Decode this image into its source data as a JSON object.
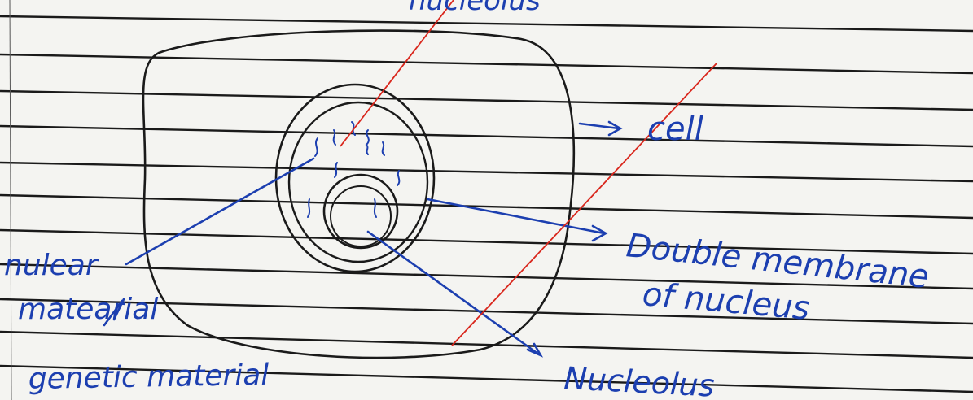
{
  "diagram": {
    "labels": {
      "top_cutoff": "nucleolus",
      "cell": "cell",
      "membrane_line1": "Double membrane",
      "membrane_line2": "of nucleus",
      "nucleolus": "Nucleolus",
      "nuclear_line1": "nulear",
      "nuclear_line2": "matearial",
      "genetic": "genetic material"
    },
    "colors": {
      "paper": "#f4f4f1",
      "rule_line": "#1a1a1a",
      "pencil": "#1a1a1a",
      "ink": "#1c3fb0",
      "red_pen": "#d9261c"
    }
  }
}
